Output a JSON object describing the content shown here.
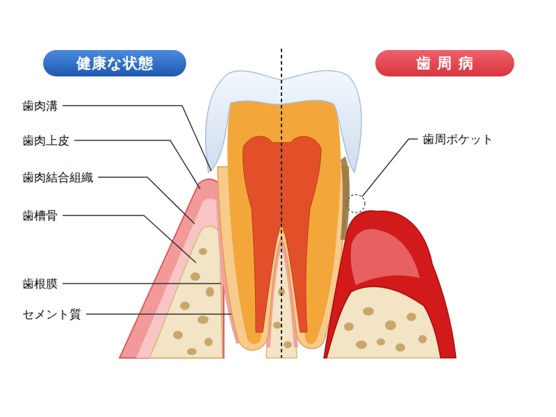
{
  "diagram": {
    "nodes": [
      {
        "text": [
          "健康な状態"
        ]
      },
      {
        "text": [
          "歯周病"
        ]
      }
    ],
    "labels": [
      "歯肉溝",
      "歯肉上皮",
      "歯肉結合組織",
      "歯槽骨",
      "歯根膜",
      "セメント質",
      "歯周ポケット"
    ]
  }
}
